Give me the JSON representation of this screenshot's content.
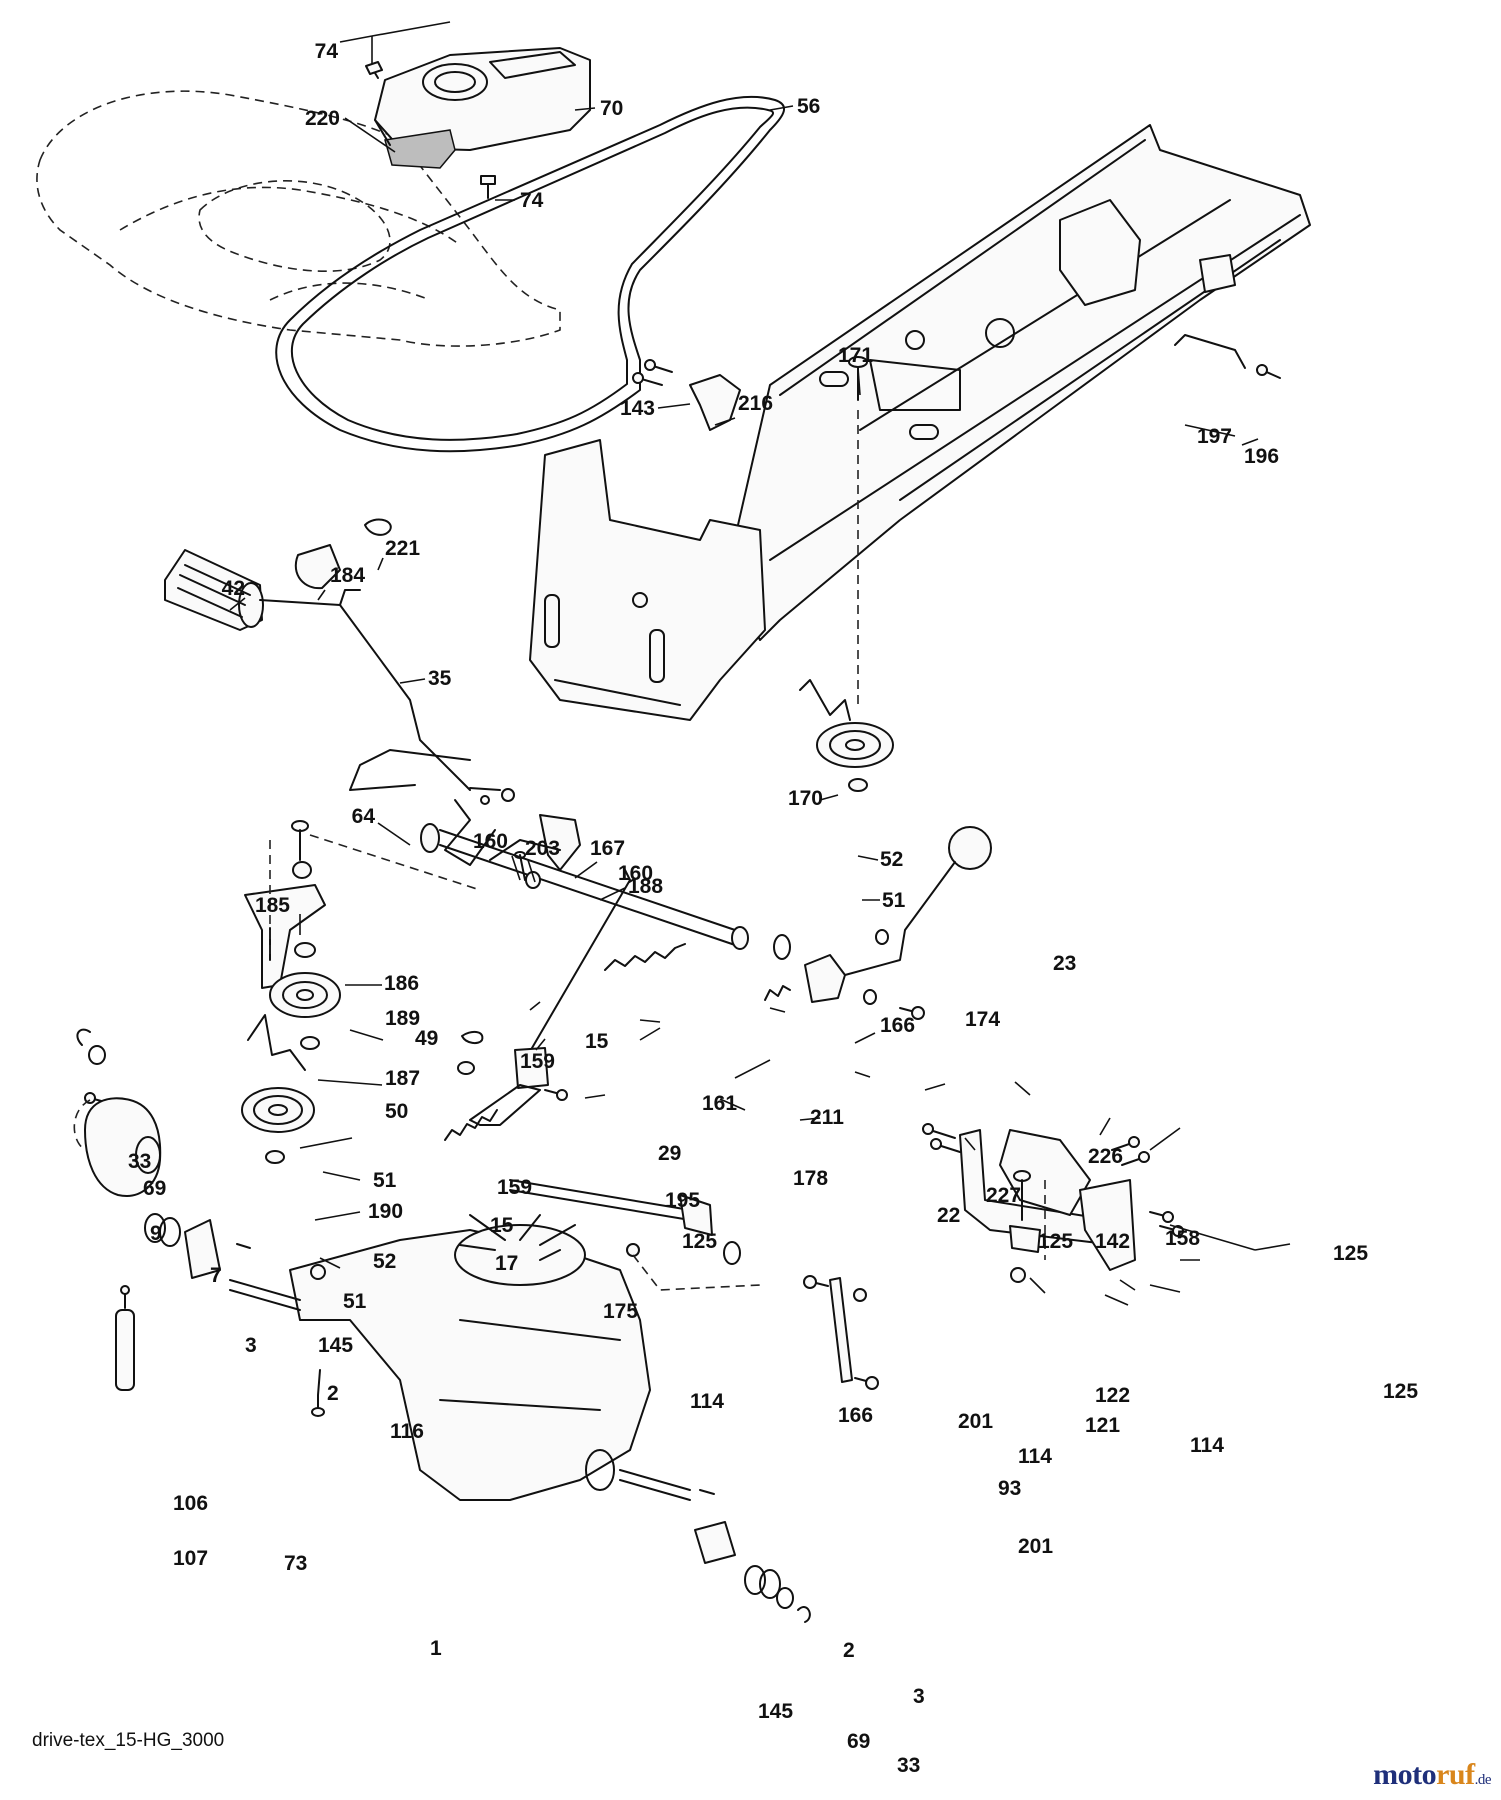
{
  "caption": "drive-tex_15-HG_3000",
  "watermark": {
    "main": "moto",
    "accent": "ruf",
    "tld": ".de"
  },
  "callouts": [
    "74",
    "220",
    "70",
    "56",
    "74",
    "171",
    "143",
    "216",
    "197",
    "196",
    "42",
    "184",
    "221",
    "35",
    "170",
    "52",
    "51",
    "64",
    "160",
    "203",
    "167",
    "160",
    "188",
    "185",
    "186",
    "189",
    "49",
    "187",
    "50",
    "159",
    "15",
    "161",
    "29",
    "166",
    "211",
    "23",
    "174",
    "178",
    "22",
    "227",
    "226",
    "33",
    "69",
    "9",
    "7",
    "51",
    "190",
    "52",
    "51",
    "159",
    "15",
    "195",
    "17",
    "125",
    "125",
    "142",
    "158",
    "125",
    "122",
    "121",
    "114",
    "125",
    "3",
    "145",
    "2",
    "175",
    "114",
    "166",
    "116",
    "106",
    "107",
    "201",
    "114",
    "93",
    "201",
    "73",
    "1",
    "2",
    "3",
    "145",
    "69",
    "33"
  ]
}
